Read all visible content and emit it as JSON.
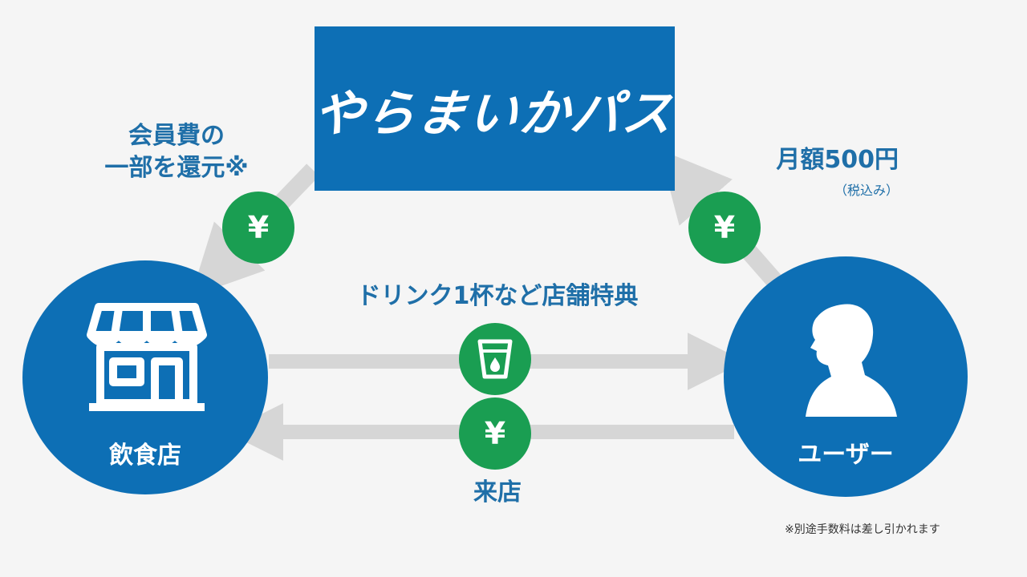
{
  "brand": {
    "name": "やらまいかパス",
    "color": "#0d6fb5"
  },
  "left_note": {
    "line1": "会員費の",
    "line2": "一部を還元※"
  },
  "right_note": {
    "price": "月額500円",
    "tax": "（税込み）"
  },
  "benefit_label": "ドリンク1杯など店舗特典",
  "visit_label": "来店",
  "nodes": {
    "restaurant": "飲食店",
    "user": "ユーザー"
  },
  "coins": {
    "yen": "¥"
  },
  "footnote": "※別途手数料は差し引かれます",
  "colors": {
    "blue": "#0d6fb5",
    "green": "#1a9e52",
    "arrow": "#d6d6d6",
    "text_blue": "#1f6fa8"
  },
  "icons": [
    "shop-icon",
    "person-silhouette-icon",
    "cup-icon",
    "yen-coin-icon"
  ]
}
